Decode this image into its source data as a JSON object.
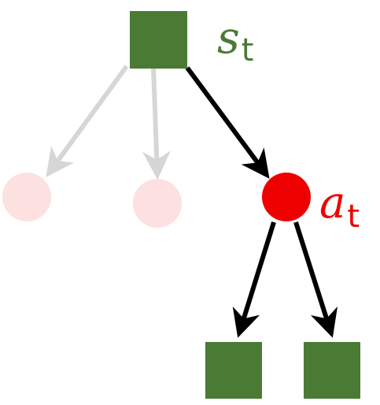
{
  "colors": {
    "state": "#4a7a34",
    "action": "#ee0000",
    "faded_action": "#fde0e0",
    "faded_edge": "#d6d6d6",
    "edge": "#000000"
  },
  "labels": {
    "state_symbol": "s",
    "state_sub": "t",
    "action_symbol": "a",
    "action_sub": "t"
  }
}
